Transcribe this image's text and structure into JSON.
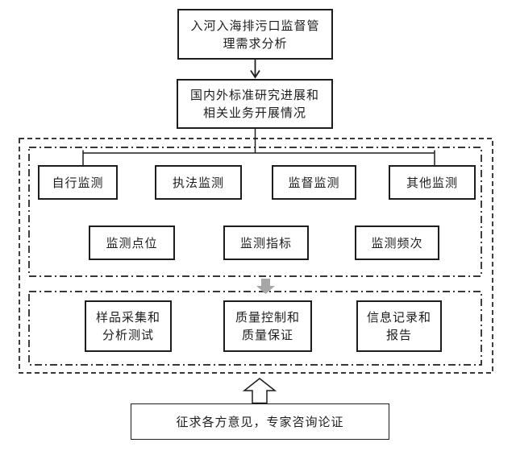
{
  "diagram": {
    "top_box": {
      "line1": "入河入海排污口监督管",
      "line2": "理需求分析"
    },
    "second_box": {
      "line1": "国内外标准研究进展和",
      "line2": "相关业务开展情况"
    },
    "row1": [
      "自行监测",
      "执法监测",
      "监督监测",
      "其他监测"
    ],
    "row2": [
      "监测点位",
      "监测指标",
      "监测频次"
    ],
    "row3": [
      {
        "line1": "样品采集和",
        "line2": "分析测试"
      },
      {
        "line1": "质量控制和",
        "line2": "质量保证"
      },
      {
        "line1": "信息记录和",
        "line2": "报告"
      }
    ],
    "bottom_box": {
      "label": "征求各方意见，专家咨询论证"
    },
    "colors": {
      "line": "#1d1d1d",
      "gray_arrow": "#a6a6a6",
      "background": "#ffffff"
    }
  }
}
